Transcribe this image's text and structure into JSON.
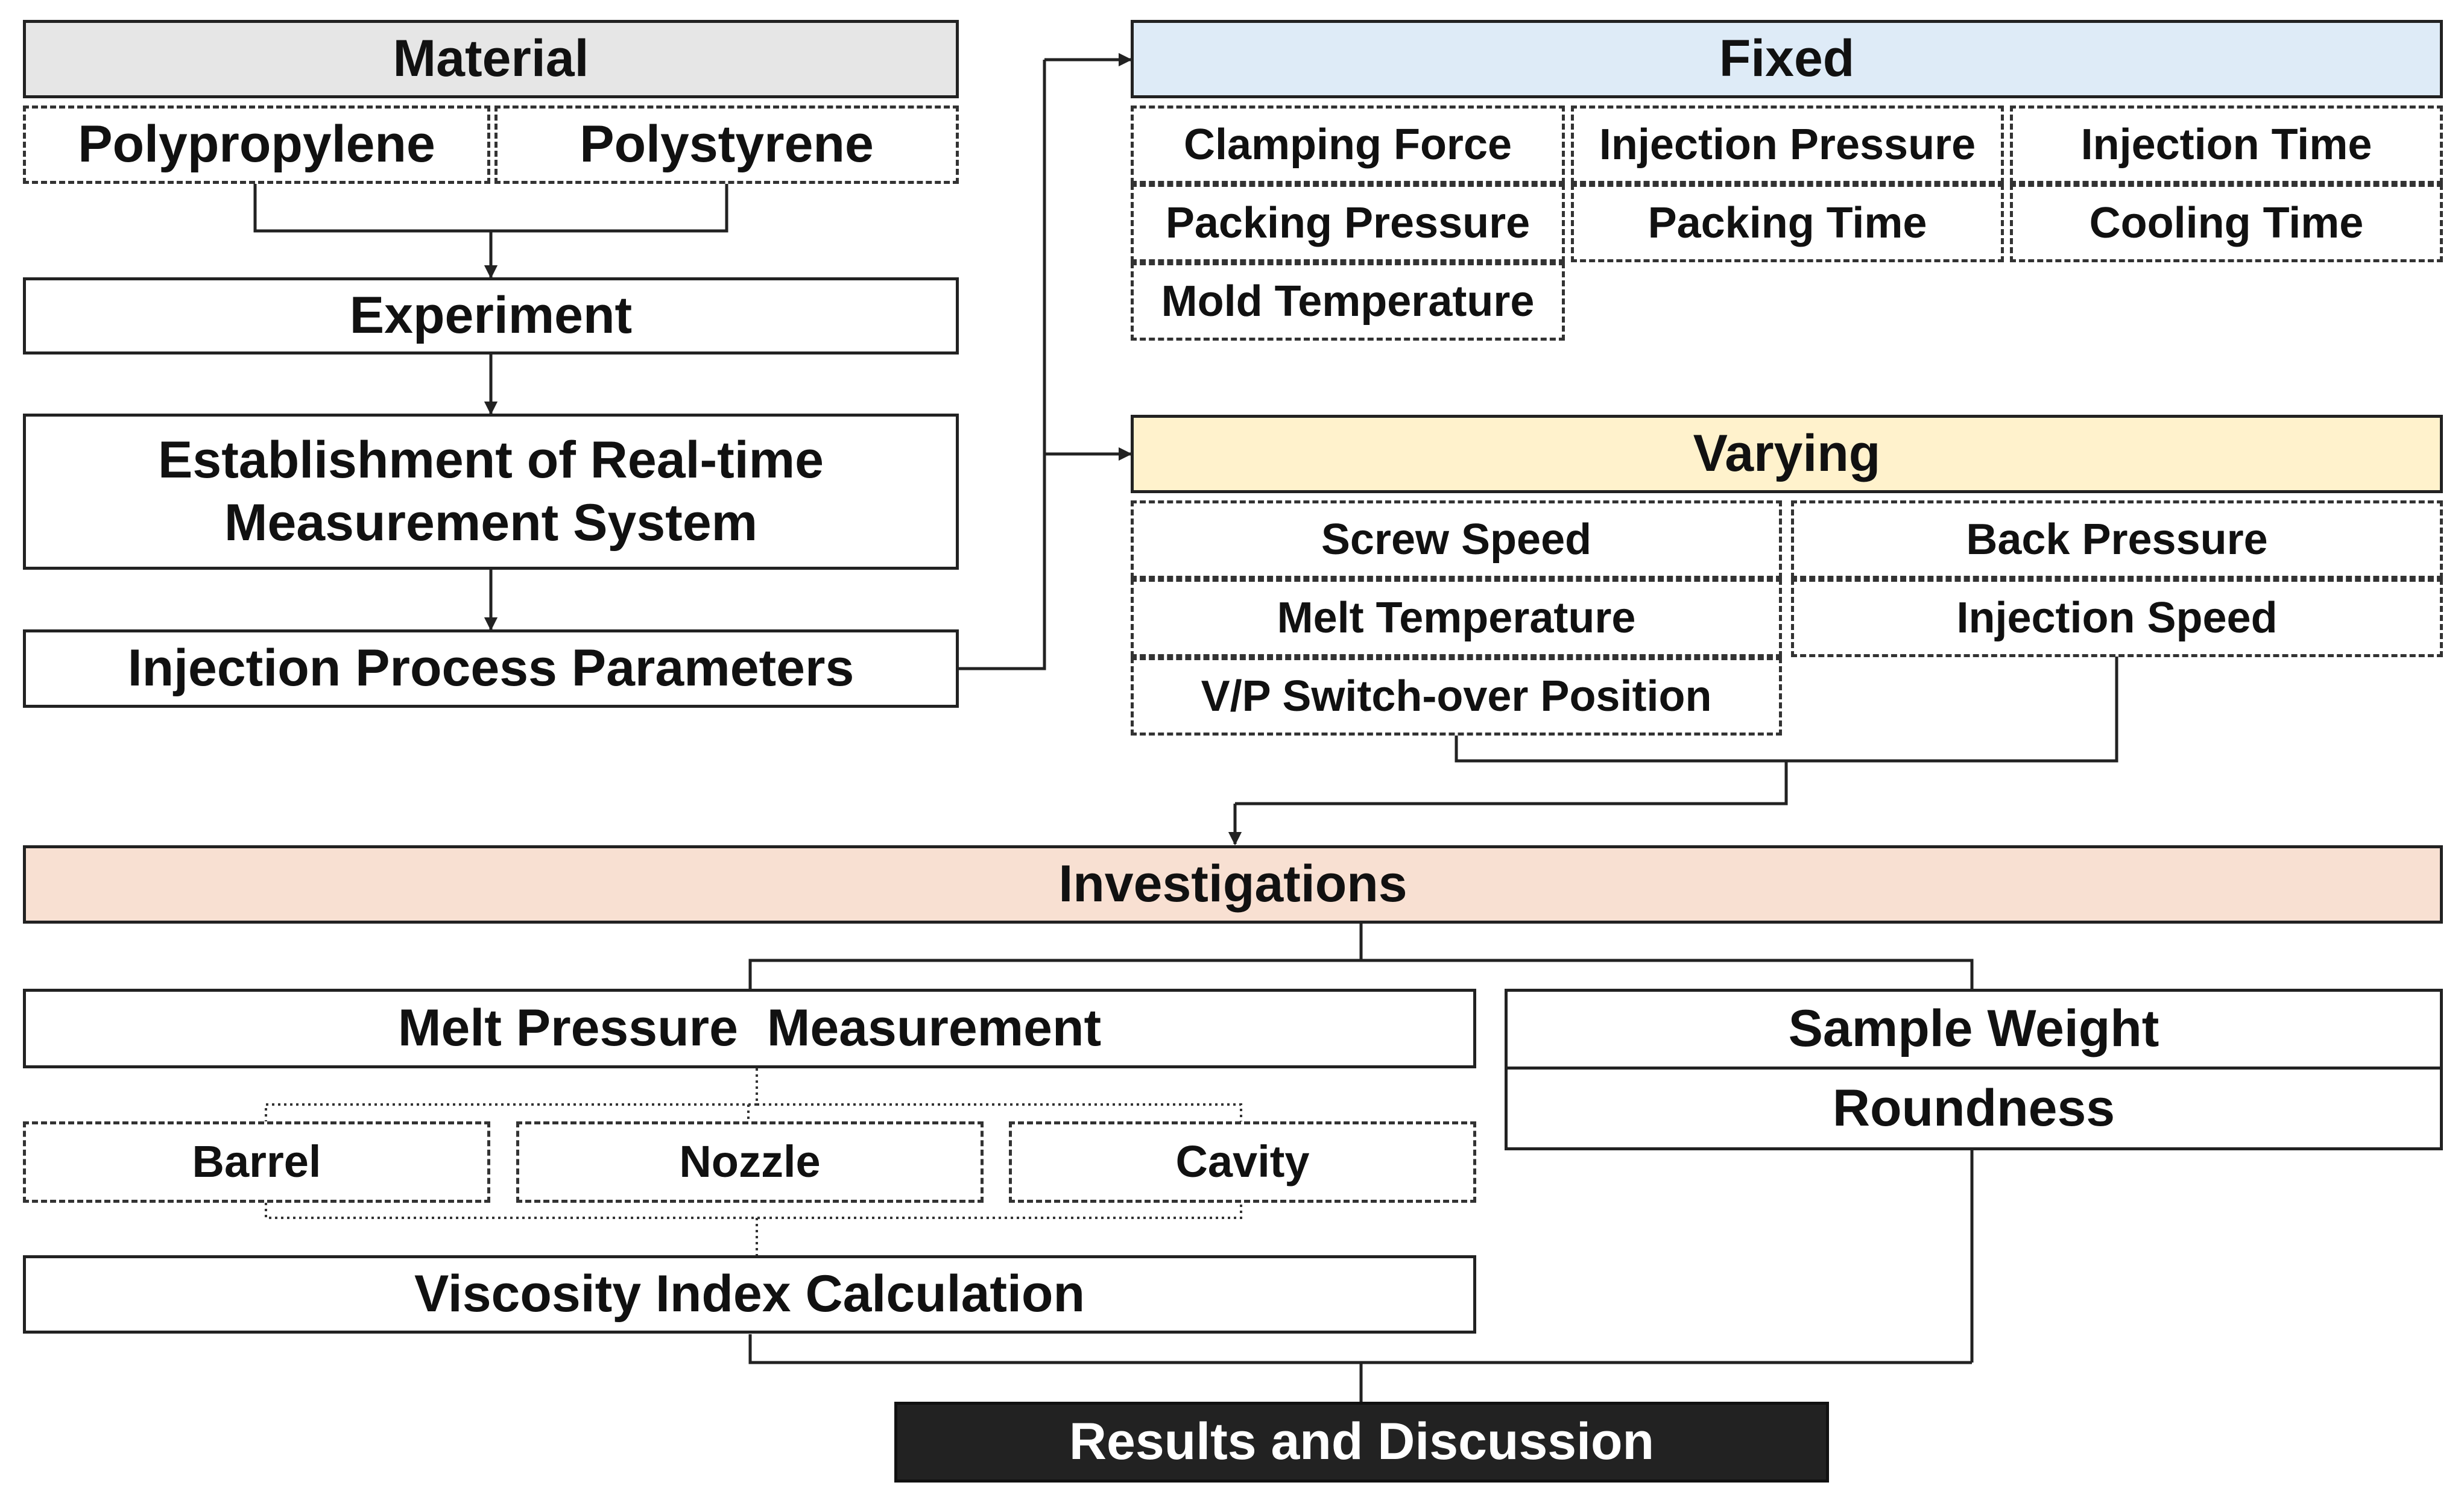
{
  "material": {
    "title": "Material",
    "options": [
      "Polypropylene",
      "Polystyrene"
    ]
  },
  "steps": {
    "experiment": "Experiment",
    "establishment": "Establishment of Real-time\nMeasurement System",
    "parameters": "Injection Process Parameters"
  },
  "fixed": {
    "title": "Fixed",
    "items": [
      "Clamping Force",
      "Injection Pressure",
      "Injection Time",
      "Packing Pressure",
      "Packing Time",
      "Cooling Time",
      "Mold Temperature"
    ]
  },
  "varying": {
    "title": "Varying",
    "items": [
      "Screw Speed",
      "Back Pressure",
      "Melt Temperature",
      "Injection Speed",
      "V/P Switch-over Position"
    ]
  },
  "investigations": {
    "title": "Investigations",
    "melt_pressure": "Melt Pressure  Measurement",
    "locations": [
      "Barrel",
      "Nozzle",
      "Cavity"
    ],
    "viscosity": "Viscosity Index Calculation",
    "sample_weight": "Sample Weight",
    "roundness": "Roundness"
  },
  "results": "Results and Discussion",
  "colors": {
    "material_header": "#e6e6e6",
    "fixed_header": "#deebf7",
    "varying_header": "#fff2cc",
    "investigations_header": "#f8e0d2",
    "results_box": "#222222"
  }
}
